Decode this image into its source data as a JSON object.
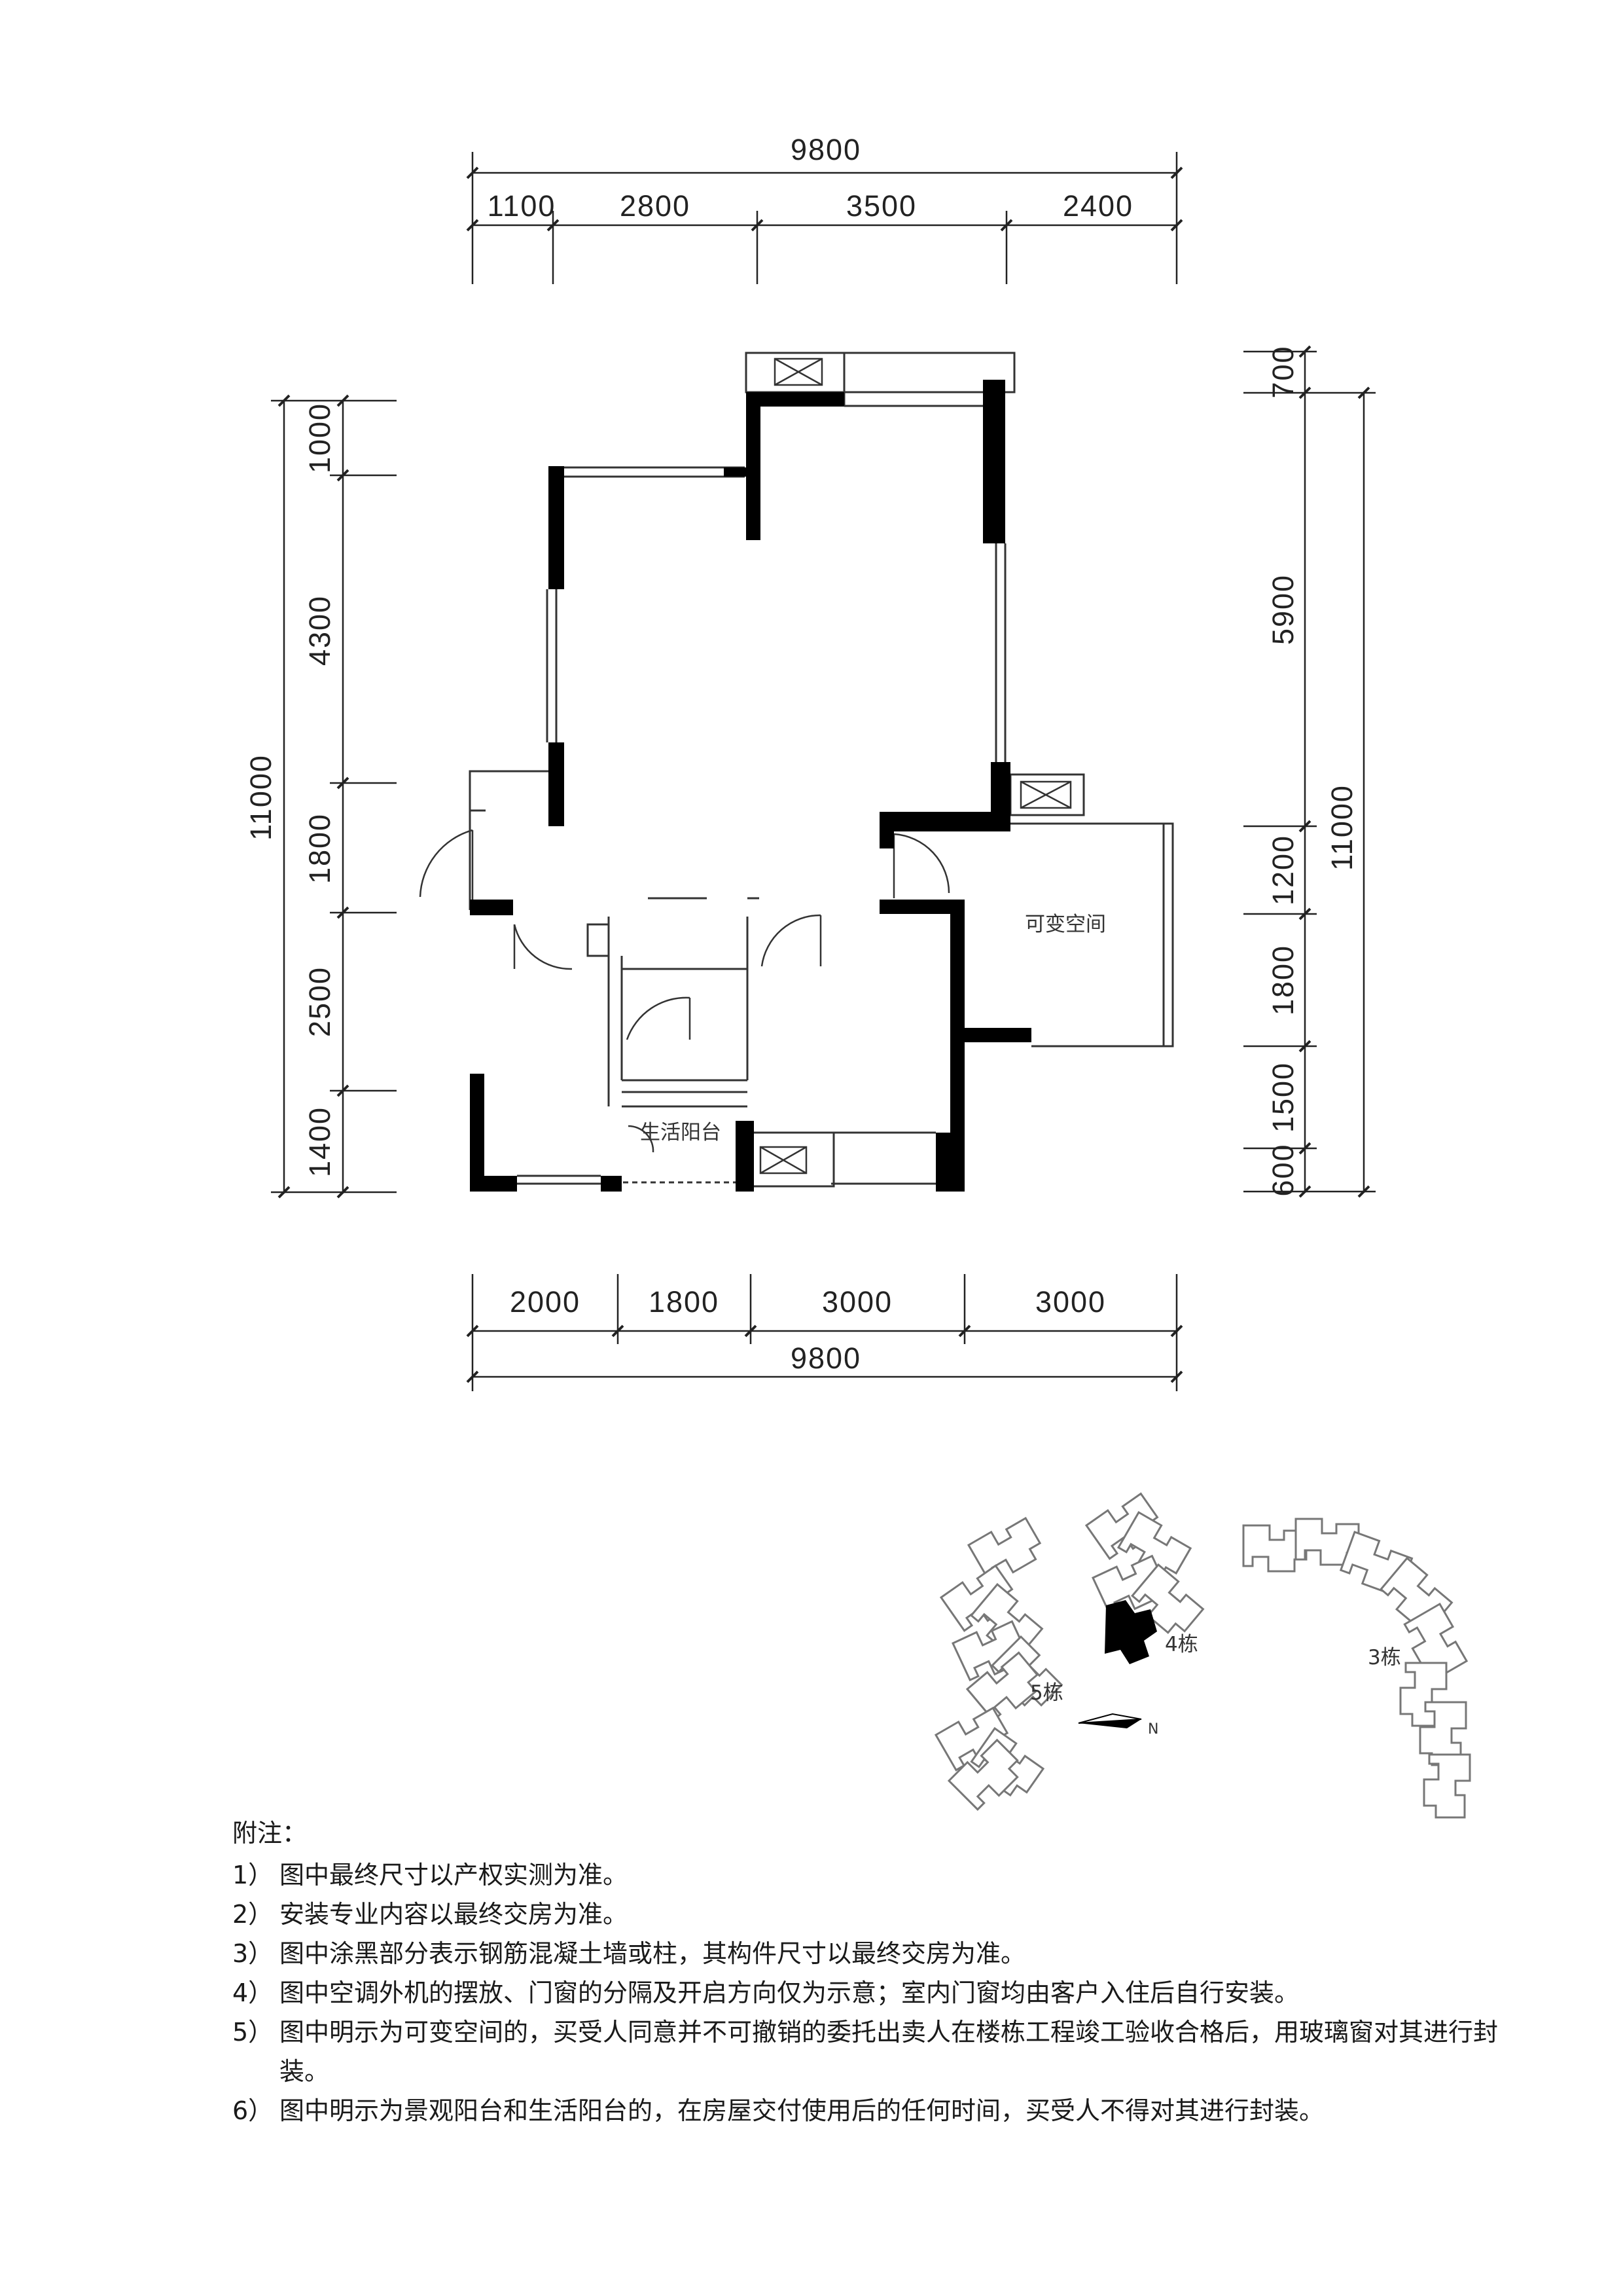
{
  "dimensions": {
    "top_total": "9800",
    "top_segments": [
      "1100",
      "2800",
      "3500",
      "2400"
    ],
    "bottom_total": "9800",
    "bottom_segments": [
      "2000",
      "1800",
      "3000",
      "3000"
    ],
    "left_total": "11000",
    "left_segments": [
      "1000",
      "4300",
      "1800",
      "2500",
      "1400"
    ],
    "right_total": "11000",
    "right_segments": [
      "700",
      "5900",
      "1200",
      "1800",
      "1500",
      "600"
    ]
  },
  "rooms": {
    "flexible_space": "可变空间",
    "utility_balcony": "生活阳台"
  },
  "site_map": {
    "building_3": "3栋",
    "building_4": "4栋",
    "building_5": "5栋",
    "north": "N"
  },
  "notes": {
    "title": "附注：",
    "items": [
      {
        "num": "1）",
        "text": "图中最终尺寸以产权实测为准。"
      },
      {
        "num": "2）",
        "text": "安装专业内容以最终交房为准。"
      },
      {
        "num": "3）",
        "text": "图中涂黑部分表示钢筋混凝土墙或柱，其构件尺寸以最终交房为准。"
      },
      {
        "num": "4）",
        "text": "图中空调外机的摆放、门窗的分隔及开启方向仅为示意；室内门窗均由客户入住后自行安装。"
      },
      {
        "num": "5）",
        "text": "图中明示为可变空间的，买受人同意并不可撤销的委托出卖人在楼栋工程竣工验收合格后，用玻璃窗对其进行封装。"
      },
      {
        "num": "6）",
        "text": "图中明示为景观阳台和生活阳台的，在房屋交付使用后的任何时间，买受人不得对其进行封装。"
      }
    ]
  }
}
